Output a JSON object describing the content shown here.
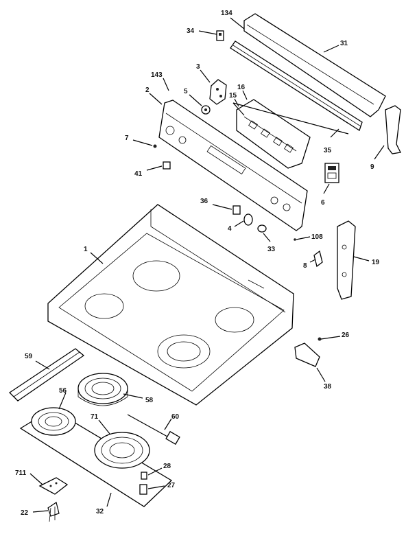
{
  "diagram": {
    "callouts": [
      {
        "id": "c134",
        "text": "134"
      },
      {
        "id": "c34",
        "text": "34"
      },
      {
        "id": "c31",
        "text": "31"
      },
      {
        "id": "c3",
        "text": "3"
      },
      {
        "id": "c143",
        "text": "143"
      },
      {
        "id": "c16",
        "text": "16"
      },
      {
        "id": "c15",
        "text": "15"
      },
      {
        "id": "c5",
        "text": "5"
      },
      {
        "id": "c2",
        "text": "2"
      },
      {
        "id": "c7",
        "text": "7"
      },
      {
        "id": "c35",
        "text": "35"
      },
      {
        "id": "c9",
        "text": "9"
      },
      {
        "id": "c41",
        "text": "41"
      },
      {
        "id": "c6",
        "text": "6"
      },
      {
        "id": "c36",
        "text": "36"
      },
      {
        "id": "c4",
        "text": "4"
      },
      {
        "id": "c108",
        "text": "108"
      },
      {
        "id": "c33",
        "text": "33"
      },
      {
        "id": "c1",
        "text": "1"
      },
      {
        "id": "c8",
        "text": "8"
      },
      {
        "id": "c19",
        "text": "19"
      },
      {
        "id": "c26",
        "text": "26"
      },
      {
        "id": "c59",
        "text": "59"
      },
      {
        "id": "c56",
        "text": "56"
      },
      {
        "id": "c58",
        "text": "58"
      },
      {
        "id": "c38",
        "text": "38"
      },
      {
        "id": "c71",
        "text": "71"
      },
      {
        "id": "c60",
        "text": "60"
      },
      {
        "id": "c28",
        "text": "28"
      },
      {
        "id": "c711",
        "text": "711"
      },
      {
        "id": "c27",
        "text": "27"
      },
      {
        "id": "c22",
        "text": "22"
      },
      {
        "id": "c32",
        "text": "32"
      }
    ]
  }
}
